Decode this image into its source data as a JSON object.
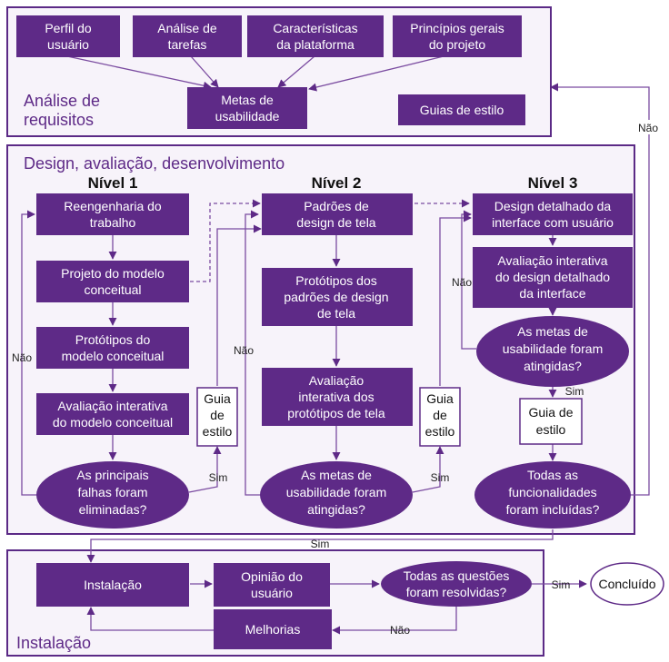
{
  "requirements": {
    "title": [
      "Análise de",
      "requisitos"
    ],
    "user_profile": [
      "Perfil do",
      "usuário"
    ],
    "task_analysis": [
      "Análise de",
      "tarefas"
    ],
    "platform": [
      "Características",
      "da plataforma"
    ],
    "principles": [
      "Princípios gerais",
      "do projeto"
    ],
    "usability_goals": [
      "Metas de",
      "usabilidade"
    ],
    "style_guide": "Guias de estilo"
  },
  "design": {
    "title": "Design, avaliação, desenvolvimento",
    "level1": {
      "title": "Nível 1",
      "reengineering": [
        "Reengenharia do",
        "trabalho"
      ],
      "conceptual_model": [
        "Projeto do modelo",
        "conceitual"
      ],
      "prototypes": [
        "Protótipos do",
        "modelo conceitual"
      ],
      "evaluation": [
        "Avaliação interativa",
        "do modelo conceitual"
      ],
      "decision": [
        "As principais",
        "falhas foram",
        "eliminadas?"
      ],
      "style_guide": [
        "Guia",
        "de",
        "estilo"
      ]
    },
    "level2": {
      "title": "Nível 2",
      "standards": [
        "Padrões de",
        "design de tela"
      ],
      "prototypes": [
        "Protótipos dos",
        "padrões de design",
        "de tela"
      ],
      "evaluation": [
        "Avaliação",
        "interativa dos",
        "protótipos de tela"
      ],
      "decision": [
        "As metas de",
        "usabilidade foram",
        "atingidas?"
      ],
      "style_guide": [
        "Guia",
        "de",
        "estilo"
      ]
    },
    "level3": {
      "title": "Nível 3",
      "detailed_design": [
        "Design detalhado da",
        "interface com usuário"
      ],
      "evaluation": [
        "Avaliação interativa",
        "do design detalhado",
        "da interface"
      ],
      "decision": [
        "As metas de",
        "usabilidade foram",
        "atingidas?"
      ],
      "style_guide": [
        "Guia de",
        "estilo"
      ],
      "functionality_decision": [
        "Todas as",
        "funcionalidades",
        "foram incluídas?"
      ]
    }
  },
  "installation": {
    "title": "Instalação",
    "install": "Instalação",
    "feedback": [
      "Opinião do",
      "usuário"
    ],
    "decision": [
      "Todas as questões",
      "foram resolvidas?"
    ],
    "improvements": "Melhorias",
    "done": "Concluído"
  },
  "labels": {
    "yes": "Sim",
    "no": "Não"
  },
  "colors": {
    "primary": "#5e2a87",
    "frame_fill": "#f7f3fa",
    "arrow": "#7a4ba0"
  }
}
